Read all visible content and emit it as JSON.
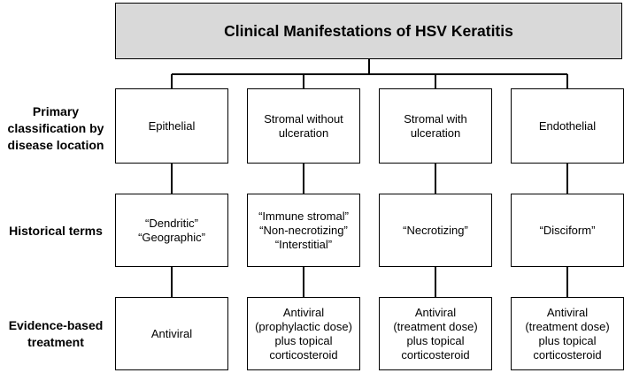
{
  "title": "Clinical Manifestations of HSV Keratitis",
  "row_labels": {
    "classification": "Primary\nclassification by\ndisease location",
    "historical": "Historical terms",
    "treatment": "Evidence-based\ntreatment"
  },
  "columns": [
    {
      "classification": "Epithelial",
      "historical": "“Dendritic”\n“Geographic”",
      "treatment": "Antiviral"
    },
    {
      "classification": "Stromal without\nulceration",
      "historical": "“Immune stromal”\n“Non-necrotizing”\n“Interstitial”",
      "treatment": "Antiviral\n(prophylactic dose)\nplus topical\ncorticosteroid"
    },
    {
      "classification": "Stromal with\nulceration",
      "historical": "“Necrotizing”",
      "treatment": "Antiviral\n(treatment dose)\nplus topical\ncorticosteroid"
    },
    {
      "classification": "Endothelial",
      "historical": "“Disciform”",
      "treatment": "Antiviral\n(treatment dose)\nplus topical\ncorticosteroid"
    }
  ],
  "colors": {
    "title_fill": "#d9d9d9",
    "box_fill": "#ffffff",
    "stroke": "#000000"
  }
}
